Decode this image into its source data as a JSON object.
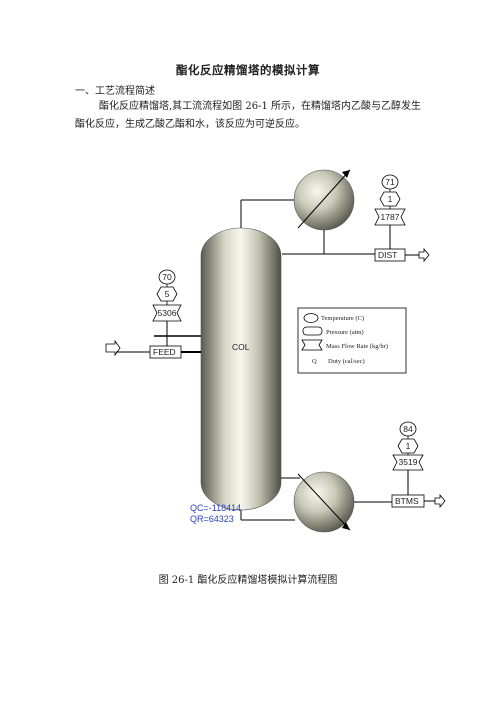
{
  "document": {
    "title": "酯化反应精馏塔的模拟计算",
    "section_heading": "一、工艺流程简述",
    "paragraph": "酯化反应精馏塔,其工流流程如图 26-1 所示，在精馏塔内乙酸与乙醇发生酯化反应，生成乙酸乙酯和水，该反应为可逆反应。",
    "figure_caption": "图 26-1   酯化反应精馏塔模拟计算流程图"
  },
  "flowsheet": {
    "column_label": "COL",
    "streams": {
      "feed": {
        "label": "FEED",
        "temperature": "70",
        "pressure": "5",
        "mass_flow": "5306"
      },
      "dist": {
        "label": "DIST",
        "temperature": "71",
        "pressure": "1",
        "mass_flow": "1787"
      },
      "btms": {
        "label": "BTMS",
        "temperature": "84",
        "pressure": "1",
        "mass_flow": "3519"
      }
    },
    "duties": {
      "condenser": "QC=-118414",
      "reboiler": "QR=64323"
    },
    "legend": {
      "temperature": "Temperature (C)",
      "pressure": "Pressure (atm)",
      "mass_flow": "Mass Flow Rate (kg/hr)",
      "duty_symbol": "Q",
      "duty": "Duty (cal/sec)"
    },
    "colors": {
      "duty_text": "#2a3fc4",
      "vessel_light": "#f4f4ea",
      "vessel_dark": "#56564a"
    }
  }
}
